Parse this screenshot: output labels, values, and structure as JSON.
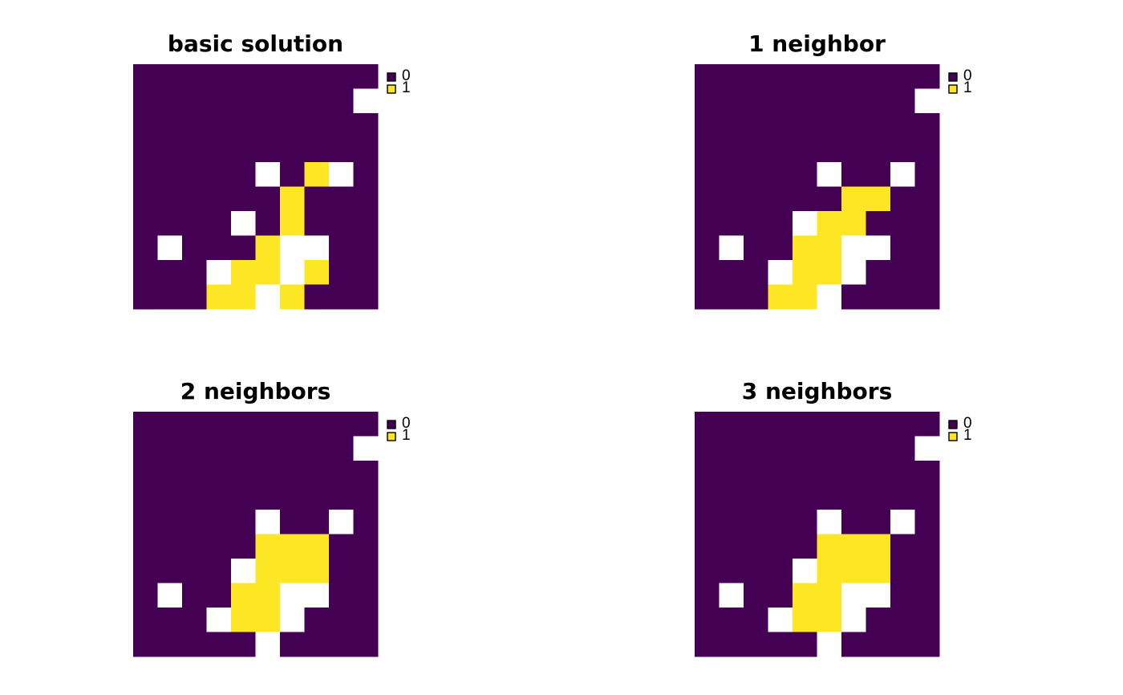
{
  "chart_data": [
    {
      "type": "heatmap",
      "title": "basic solution",
      "legend": {
        "position": "top-right",
        "entries": [
          "0",
          "1"
        ]
      },
      "colors": {
        "0": "#440154",
        "1": "#fde725",
        "na": "#ffffff"
      },
      "grid": [
        [
          0,
          0,
          0,
          0,
          0,
          0,
          0,
          0,
          0,
          0
        ],
        [
          0,
          0,
          0,
          0,
          0,
          0,
          0,
          0,
          0,
          null
        ],
        [
          0,
          0,
          0,
          0,
          0,
          0,
          0,
          0,
          0,
          0
        ],
        [
          0,
          0,
          0,
          0,
          0,
          0,
          0,
          0,
          0,
          0
        ],
        [
          0,
          0,
          0,
          0,
          0,
          null,
          0,
          1,
          null,
          0
        ],
        [
          0,
          0,
          0,
          0,
          0,
          0,
          1,
          0,
          0,
          0
        ],
        [
          0,
          0,
          0,
          0,
          null,
          0,
          1,
          0,
          0,
          0
        ],
        [
          0,
          null,
          0,
          0,
          0,
          1,
          null,
          null,
          0,
          0
        ],
        [
          0,
          0,
          0,
          null,
          1,
          1,
          null,
          1,
          0,
          0
        ],
        [
          0,
          0,
          0,
          1,
          1,
          null,
          1,
          0,
          0,
          0
        ]
      ]
    },
    {
      "type": "heatmap",
      "title": "1 neighbor",
      "legend": {
        "position": "top-right",
        "entries": [
          "0",
          "1"
        ]
      },
      "colors": {
        "0": "#440154",
        "1": "#fde725",
        "na": "#ffffff"
      },
      "grid": [
        [
          0,
          0,
          0,
          0,
          0,
          0,
          0,
          0,
          0,
          0
        ],
        [
          0,
          0,
          0,
          0,
          0,
          0,
          0,
          0,
          0,
          null
        ],
        [
          0,
          0,
          0,
          0,
          0,
          0,
          0,
          0,
          0,
          0
        ],
        [
          0,
          0,
          0,
          0,
          0,
          0,
          0,
          0,
          0,
          0
        ],
        [
          0,
          0,
          0,
          0,
          0,
          null,
          0,
          0,
          null,
          0
        ],
        [
          0,
          0,
          0,
          0,
          0,
          0,
          1,
          1,
          0,
          0
        ],
        [
          0,
          0,
          0,
          0,
          null,
          1,
          1,
          0,
          0,
          0
        ],
        [
          0,
          null,
          0,
          0,
          1,
          1,
          null,
          null,
          0,
          0
        ],
        [
          0,
          0,
          0,
          null,
          1,
          1,
          null,
          0,
          0,
          0
        ],
        [
          0,
          0,
          0,
          1,
          1,
          null,
          0,
          0,
          0,
          0
        ]
      ]
    },
    {
      "type": "heatmap",
      "title": "2 neighbors",
      "legend": {
        "position": "top-right",
        "entries": [
          "0",
          "1"
        ]
      },
      "colors": {
        "0": "#440154",
        "1": "#fde725",
        "na": "#ffffff"
      },
      "grid": [
        [
          0,
          0,
          0,
          0,
          0,
          0,
          0,
          0,
          0,
          0
        ],
        [
          0,
          0,
          0,
          0,
          0,
          0,
          0,
          0,
          0,
          null
        ],
        [
          0,
          0,
          0,
          0,
          0,
          0,
          0,
          0,
          0,
          0
        ],
        [
          0,
          0,
          0,
          0,
          0,
          0,
          0,
          0,
          0,
          0
        ],
        [
          0,
          0,
          0,
          0,
          0,
          null,
          0,
          0,
          null,
          0
        ],
        [
          0,
          0,
          0,
          0,
          0,
          1,
          1,
          1,
          0,
          0
        ],
        [
          0,
          0,
          0,
          0,
          null,
          1,
          1,
          1,
          0,
          0
        ],
        [
          0,
          null,
          0,
          0,
          1,
          1,
          null,
          null,
          0,
          0
        ],
        [
          0,
          0,
          0,
          null,
          1,
          1,
          null,
          0,
          0,
          0
        ],
        [
          0,
          0,
          0,
          0,
          0,
          null,
          0,
          0,
          0,
          0
        ]
      ]
    },
    {
      "type": "heatmap",
      "title": "3 neighbors",
      "legend": {
        "position": "top-right",
        "entries": [
          "0",
          "1"
        ]
      },
      "colors": {
        "0": "#440154",
        "1": "#fde725",
        "na": "#ffffff"
      },
      "grid": [
        [
          0,
          0,
          0,
          0,
          0,
          0,
          0,
          0,
          0,
          0
        ],
        [
          0,
          0,
          0,
          0,
          0,
          0,
          0,
          0,
          0,
          null
        ],
        [
          0,
          0,
          0,
          0,
          0,
          0,
          0,
          0,
          0,
          0
        ],
        [
          0,
          0,
          0,
          0,
          0,
          0,
          0,
          0,
          0,
          0
        ],
        [
          0,
          0,
          0,
          0,
          0,
          null,
          0,
          0,
          null,
          0
        ],
        [
          0,
          0,
          0,
          0,
          0,
          1,
          1,
          1,
          0,
          0
        ],
        [
          0,
          0,
          0,
          0,
          null,
          1,
          1,
          1,
          0,
          0
        ],
        [
          0,
          null,
          0,
          0,
          1,
          1,
          null,
          null,
          0,
          0
        ],
        [
          0,
          0,
          0,
          null,
          1,
          1,
          null,
          0,
          0,
          0
        ],
        [
          0,
          0,
          0,
          0,
          0,
          null,
          0,
          0,
          0,
          0
        ]
      ]
    }
  ]
}
